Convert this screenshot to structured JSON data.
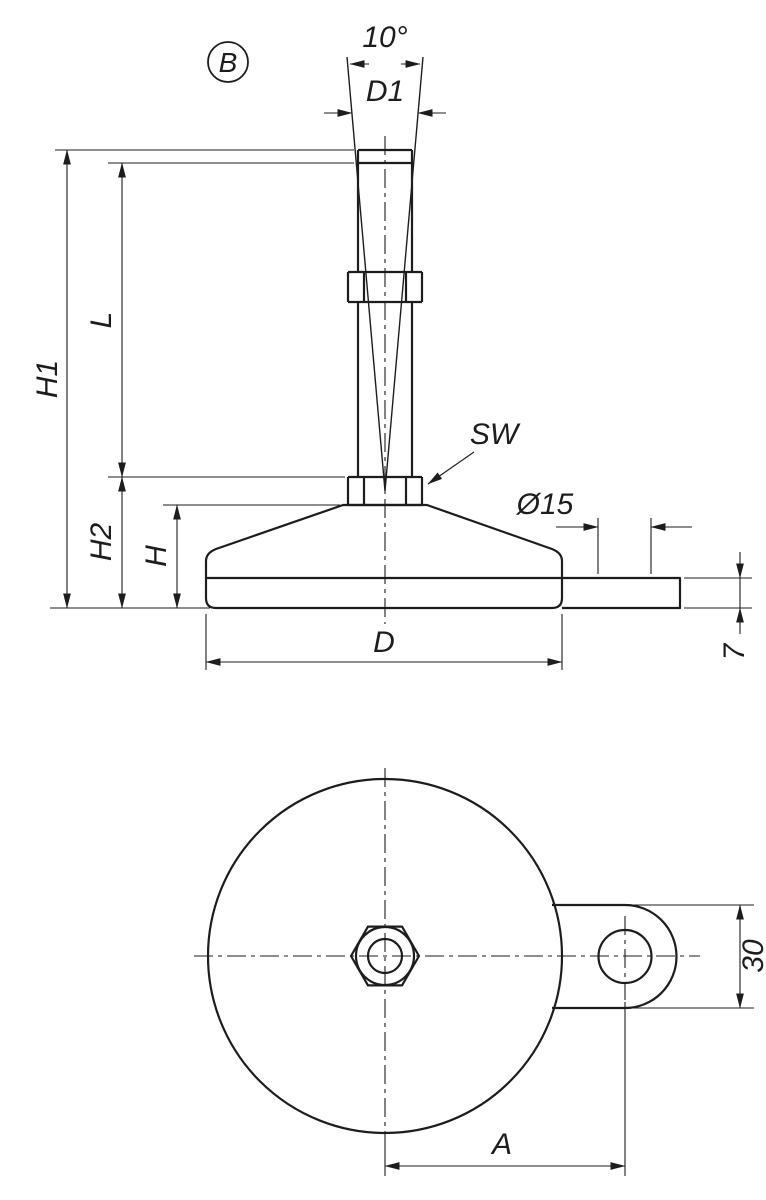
{
  "drawing": {
    "colors": {
      "ink": "#1d1d1d",
      "paper": "#ffffff"
    },
    "view_label": "B",
    "side_view": {
      "labels": {
        "tilt_angle": "10°",
        "spindle_diameter": "D1",
        "total_height": "H1",
        "spindle_length": "L",
        "lower_height": "H2",
        "base_height": "H",
        "wrench_size": "SW",
        "tab_hole_diameter": "Ø15",
        "base_diameter": "D",
        "tab_thickness": "7"
      }
    },
    "top_view": {
      "labels": {
        "tab_width": "30",
        "hole_center_distance": "A"
      }
    }
  }
}
